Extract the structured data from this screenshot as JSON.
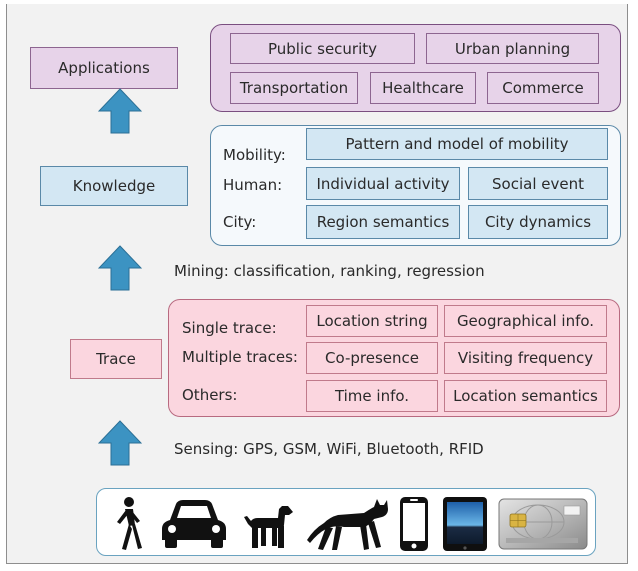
{
  "layers": {
    "applications": {
      "label": "Applications",
      "items": [
        "Public security",
        "Urban planning",
        "Transportation",
        "Healthcare",
        "Commerce"
      ]
    },
    "knowledge": {
      "label": "Knowledge",
      "rows": [
        {
          "label": "Mobility:",
          "items": [
            "Pattern and model of mobility"
          ]
        },
        {
          "label": "Human:",
          "items": [
            "Individual activity",
            "Social event"
          ]
        },
        {
          "label": "City:",
          "items": [
            "Region semantics",
            "City dynamics"
          ]
        }
      ]
    },
    "mining_caption": "Mining: classification, ranking, regression",
    "trace": {
      "label": "Trace",
      "rows": [
        {
          "label": "Single trace:",
          "items": [
            "Location string",
            "Geographical info."
          ]
        },
        {
          "label": "Multiple traces:",
          "items": [
            "Co-presence",
            "Visiting frequency"
          ]
        },
        {
          "label": "Others:",
          "items": [
            "Time info.",
            "Location semantics"
          ]
        }
      ]
    },
    "sensing_caption": "Sensing: GPS, GSM, WiFi, Bluetooth, RFID"
  },
  "objects": [
    "pedestrian-icon",
    "car-icon",
    "dog-icon",
    "cat-icon",
    "mobile-phone-icon",
    "tablet-icon",
    "smart-card-icon"
  ],
  "colors": {
    "applications": "#e7d3e9",
    "knowledge": "#d3e7f3",
    "trace": "#fbd6df",
    "arrow": "#3c93c2"
  }
}
